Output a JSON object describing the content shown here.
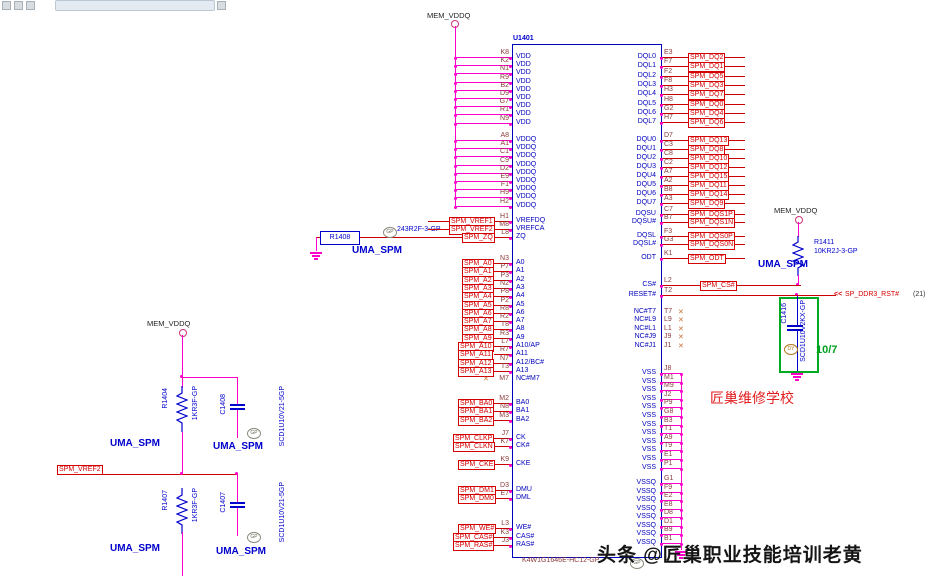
{
  "app": {
    "toolbar_icons": [
      "window-icon",
      "menu-icon",
      "bookmark-icon",
      "tab-thumbnail",
      "page-icon"
    ]
  },
  "watermark": "头条 @匠巢职业技能培训老黄",
  "schematic": {
    "power_net": "MEM_VDDQ",
    "uma_label": "UMA_SPM",
    "vref2_label": "SPM_VREF2",
    "school": "匠巢维修学校",
    "page_note": "10/7",
    "nc_mark": "✕",
    "offpage": {
      "symbol": "<<",
      "net": "SP_DDR3_RST#",
      "page": "(21)"
    },
    "stamps": {
      "gp": "GP",
      "dy": "DY"
    },
    "components": {
      "r1404": {
        "ref": "R1404",
        "value": "1KR3F-GP"
      },
      "r1407": {
        "ref": "R1407",
        "value": "1KR3F-GP"
      },
      "c1408": {
        "ref": "C1408",
        "value": "SCD1U10V21-5GP"
      },
      "c1407": {
        "ref": "C1407",
        "value": "SCD1U10V21-5GP"
      },
      "r1408": {
        "ref": "R1408",
        "value": "243R2F-3-GP"
      },
      "r1411": {
        "ref": "R1411",
        "value": "10KR2J-3-GP"
      },
      "c1416": {
        "ref": "C1416",
        "value": "SCD1U10V2KX-GP"
      }
    },
    "ic": {
      "ref": "U1401",
      "part": "K4W1G1646E-HC12-GP",
      "left_groups": [
        {
          "id": "vdd",
          "pins": [
            {
              "num": "K8",
              "name": "VDD"
            },
            {
              "num": "K2",
              "name": "VDD"
            },
            {
              "num": "N1",
              "name": "VDD"
            },
            {
              "num": "R9",
              "name": "VDD"
            },
            {
              "num": "B2",
              "name": "VDD"
            },
            {
              "num": "D9",
              "name": "VDD"
            },
            {
              "num": "G7",
              "name": "VDD"
            },
            {
              "num": "R1",
              "name": "VDD"
            },
            {
              "num": "N9",
              "name": "VDD"
            }
          ]
        },
        {
          "id": "vddq",
          "pins": [
            {
              "num": "A8",
              "name": "VDDQ"
            },
            {
              "num": "A1",
              "name": "VDDQ"
            },
            {
              "num": "C1",
              "name": "VDDQ"
            },
            {
              "num": "C9",
              "name": "VDDQ"
            },
            {
              "num": "D2",
              "name": "VDDQ"
            },
            {
              "num": "E9",
              "name": "VDDQ"
            },
            {
              "num": "F1",
              "name": "VDDQ"
            },
            {
              "num": "H9",
              "name": "VDDQ"
            },
            {
              "num": "H2",
              "name": "VDDQ"
            }
          ]
        },
        {
          "id": "vref",
          "pins": [
            {
              "net": "SPM_VREF1",
              "num": "H1",
              "name": "VREFDQ"
            },
            {
              "net": "SPM_VREF2",
              "num": "M8",
              "name": "VREFCA"
            },
            {
              "net": "SPM_ZQ",
              "num": "L8",
              "name": "ZQ"
            }
          ]
        },
        {
          "id": "addr",
          "pins": [
            {
              "net": "SPM_A0",
              "num": "N3",
              "name": "A0"
            },
            {
              "net": "SPM_A1",
              "num": "P7",
              "name": "A1"
            },
            {
              "net": "SPM_A2",
              "num": "P3",
              "name": "A2"
            },
            {
              "net": "SPM_A3",
              "num": "N2",
              "name": "A3"
            },
            {
              "net": "SPM_A4",
              "num": "P8",
              "name": "A4"
            },
            {
              "net": "SPM_A5",
              "num": "P2",
              "name": "A5"
            },
            {
              "net": "SPM_A6",
              "num": "R8",
              "name": "A6"
            },
            {
              "net": "SPM_A7",
              "num": "R2",
              "name": "A7"
            },
            {
              "net": "SPM_A8",
              "num": "T8",
              "name": "A8"
            },
            {
              "net": "SPM_A9",
              "num": "R3",
              "name": "A9"
            },
            {
              "net": "SPM_A10",
              "num": "L7",
              "name": "A10/AP"
            },
            {
              "net": "SPM_A11",
              "num": "R7",
              "name": "A11"
            },
            {
              "net": "SPM_A12",
              "num": "N7",
              "name": "A12/BC#"
            },
            {
              "net": "SPM_A13",
              "num": "T3",
              "name": "A13"
            },
            {
              "num": "M7",
              "name": "NC#M7",
              "nc": true
            }
          ]
        },
        {
          "id": "ba",
          "pins": [
            {
              "net": "SPM_BA0",
              "num": "M2",
              "name": "BA0"
            },
            {
              "net": "SPM_BA1",
              "num": "N8",
              "name": "BA1"
            },
            {
              "net": "SPM_BA2",
              "num": "M3",
              "name": "BA2"
            }
          ]
        },
        {
          "id": "clk",
          "pins": [
            {
              "net": "SPM_CLKP",
              "num": "J7",
              "name": "CK"
            },
            {
              "net": "SPM_CLKN",
              "num": "K7",
              "name": "CK#"
            }
          ]
        },
        {
          "id": "cke",
          "pins": [
            {
              "net": "SPM_CKE",
              "num": "K9",
              "name": "CKE"
            }
          ]
        },
        {
          "id": "dm",
          "pins": [
            {
              "net": "SPM_DM1",
              "num": "D3",
              "name": "DMU"
            },
            {
              "net": "SPM_DM0",
              "num": "E7",
              "name": "DML"
            }
          ]
        },
        {
          "id": "cmd",
          "pins": [
            {
              "net": "SPM_WE#",
              "num": "L3",
              "name": "WE#"
            },
            {
              "net": "SPM_CAS#",
              "num": "K3",
              "name": "CAS#"
            },
            {
              "net": "SPM_RAS#",
              "num": "J3",
              "name": "RAS#"
            }
          ]
        }
      ],
      "right_groups": [
        {
          "id": "dql",
          "pins": [
            {
              "net": "SPM_DQ2",
              "num": "E3",
              "name": "DQL0"
            },
            {
              "net": "SPM_DQ1",
              "num": "F7",
              "name": "DQL1"
            },
            {
              "net": "SPM_DQ5",
              "num": "F2",
              "name": "DQL2"
            },
            {
              "net": "SPM_DQ3",
              "num": "F8",
              "name": "DQL3"
            },
            {
              "net": "SPM_DQ7",
              "num": "H3",
              "name": "DQL4"
            },
            {
              "net": "SPM_DQ0",
              "num": "H8",
              "name": "DQL5"
            },
            {
              "net": "SPM_DQ4",
              "num": "G2",
              "name": "DQL6"
            },
            {
              "net": "SPM_DQ6",
              "num": "H7",
              "name": "DQL7"
            }
          ]
        },
        {
          "id": "dqu",
          "pins": [
            {
              "net": "SPM_DQ13",
              "num": "D7",
              "name": "DQU0"
            },
            {
              "net": "SPM_DQ8",
              "num": "C3",
              "name": "DQU1"
            },
            {
              "net": "SPM_DQ10",
              "num": "C8",
              "name": "DQU2"
            },
            {
              "net": "SPM_DQ12",
              "num": "C2",
              "name": "DQU3"
            },
            {
              "net": "SPM_DQ15",
              "num": "A7",
              "name": "DQU4"
            },
            {
              "net": "SPM_DQ11",
              "num": "A2",
              "name": "DQU5"
            },
            {
              "net": "SPM_DQ14",
              "num": "B8",
              "name": "DQU6"
            },
            {
              "net": "SPM_DQ9",
              "num": "A3",
              "name": "DQU7"
            }
          ]
        },
        {
          "id": "dqsu",
          "pins": [
            {
              "net": "SPM_DQS1P",
              "num": "C7",
              "name": "DQSU"
            },
            {
              "net": "SPM_DQS1N",
              "num": "B7",
              "name": "DQSU#"
            }
          ]
        },
        {
          "id": "dqsl",
          "pins": [
            {
              "net": "SPM_DQS0P",
              "num": "F3",
              "name": "DQSL"
            },
            {
              "net": "SPM_DQS0N",
              "num": "G3",
              "name": "DQSL#"
            }
          ]
        },
        {
          "id": "odt",
          "pins": [
            {
              "net": "SPM_ODT",
              "num": "K1",
              "name": "ODT"
            }
          ]
        },
        {
          "id": "cs",
          "pins": [
            {
              "net": "SPM_CS#",
              "num": "L2",
              "name": "CS#"
            }
          ]
        },
        {
          "id": "reset",
          "pins": [
            {
              "net": "SP_DDR3_RST#",
              "num": "T2",
              "name": "RESET#"
            }
          ]
        },
        {
          "id": "nc",
          "pins": [
            {
              "num": "T7",
              "name": "NC#T7",
              "nc": true
            },
            {
              "num": "L9",
              "name": "NC#L9",
              "nc": true
            },
            {
              "num": "L1",
              "name": "NC#L1",
              "nc": true
            },
            {
              "num": "J9",
              "name": "NC#J9",
              "nc": true
            },
            {
              "num": "J1",
              "name": "NC#J1",
              "nc": true
            }
          ]
        },
        {
          "id": "vss",
          "pins": [
            {
              "num": "J8",
              "name": "VSS"
            },
            {
              "num": "M1",
              "name": "VSS"
            },
            {
              "num": "M9",
              "name": "VSS"
            },
            {
              "num": "J2",
              "name": "VSS"
            },
            {
              "num": "P9",
              "name": "VSS"
            },
            {
              "num": "G8",
              "name": "VSS"
            },
            {
              "num": "B3",
              "name": "VSS"
            },
            {
              "num": "T1",
              "name": "VSS"
            },
            {
              "num": "A9",
              "name": "VSS"
            },
            {
              "num": "T9",
              "name": "VSS"
            },
            {
              "num": "E1",
              "name": "VSS"
            },
            {
              "num": "P1",
              "name": "VSS"
            }
          ]
        },
        {
          "id": "vssq",
          "pins": [
            {
              "num": "G1",
              "name": "VSSQ"
            },
            {
              "num": "F9",
              "name": "VSSQ"
            },
            {
              "num": "E2",
              "name": "VSSQ"
            },
            {
              "num": "E8",
              "name": "VSSQ"
            },
            {
              "num": "D8",
              "name": "VSSQ"
            },
            {
              "num": "D1",
              "name": "VSSQ"
            },
            {
              "num": "B9",
              "name": "VSSQ"
            },
            {
              "num": "B1",
              "name": "VSSQ"
            }
          ]
        }
      ]
    }
  }
}
